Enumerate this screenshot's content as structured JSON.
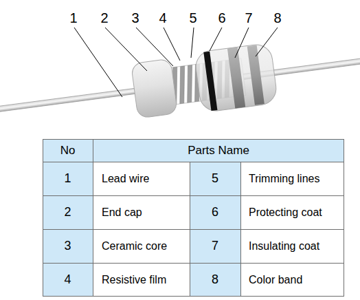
{
  "diagram": {
    "labels": [
      "1",
      "2",
      "3",
      "4",
      "5",
      "6",
      "7",
      "8",
      "No",
      "Parts Name",
      "1",
      "Lead wire",
      "5",
      "Trimming lines",
      "2",
      "End cap",
      "6",
      "Protecting coat",
      "3",
      "Ceramic core",
      "7",
      "Insulating coat",
      "4",
      "Resistive film",
      "8",
      "Color band"
    ]
  }
}
